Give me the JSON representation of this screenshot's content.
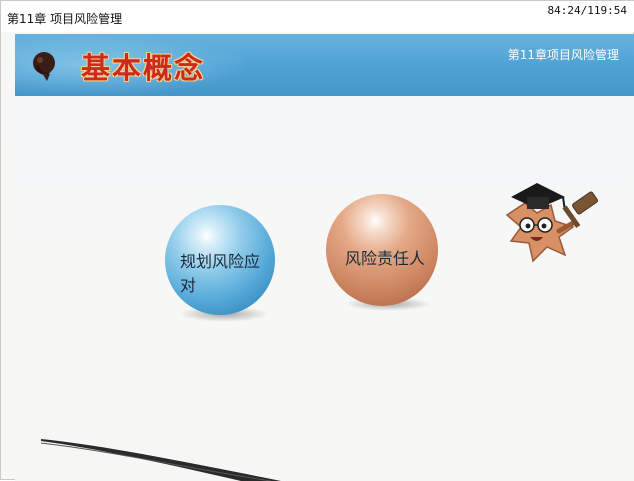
{
  "header": {
    "chapter_title": "第11章 项目风险管理",
    "timer": "84:24/119:54"
  },
  "banner": {
    "title": "基本概念",
    "subtitle": "第11章项目风险管理"
  },
  "content": {
    "spheres": [
      {
        "label": "规划风险应对",
        "color": "#55a9d8"
      },
      {
        "label": "风险责任人",
        "color": "#d18b67"
      }
    ]
  },
  "colors": {
    "banner": "#4ea1d4",
    "title_text": "#cc2a1f",
    "background": "#f7f7f5"
  },
  "icons": {
    "banner_icon": "decorative-bullet-icon",
    "mascot": "graduate-mascot-with-gavel-icon"
  }
}
